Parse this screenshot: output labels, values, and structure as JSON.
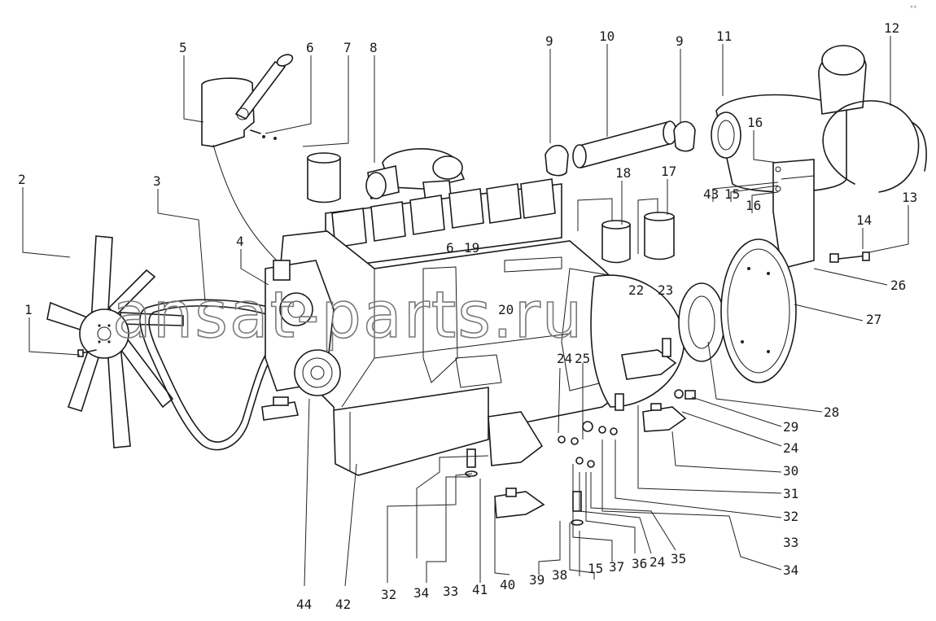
{
  "watermark": "ansat-parts.ru",
  "corner_mark": "⁵⁰ ",
  "callouts": [
    {
      "id": "c1",
      "label": "1"
    },
    {
      "id": "c2",
      "label": "2"
    },
    {
      "id": "c3",
      "label": "3"
    },
    {
      "id": "c4",
      "label": "4"
    },
    {
      "id": "c5",
      "label": "5"
    },
    {
      "id": "c6",
      "label": "6"
    },
    {
      "id": "c7",
      "label": "7"
    },
    {
      "id": "c8",
      "label": "8"
    },
    {
      "id": "c9a",
      "label": "9"
    },
    {
      "id": "c10",
      "label": "10"
    },
    {
      "id": "c9b",
      "label": "9"
    },
    {
      "id": "c11",
      "label": "11"
    },
    {
      "id": "c12",
      "label": "12"
    },
    {
      "id": "c13",
      "label": "13"
    },
    {
      "id": "c14",
      "label": "14"
    },
    {
      "id": "c15a",
      "label": "15"
    },
    {
      "id": "c16a",
      "label": "16"
    },
    {
      "id": "c16b",
      "label": "16"
    },
    {
      "id": "c43",
      "label": "43"
    },
    {
      "id": "c17",
      "label": "17"
    },
    {
      "id": "c18",
      "label": "18"
    },
    {
      "id": "c6b",
      "label": "6"
    },
    {
      "id": "c19",
      "label": "19"
    },
    {
      "id": "c20",
      "label": "20"
    },
    {
      "id": "c23",
      "label": "23"
    },
    {
      "id": "c22",
      "label": "22"
    },
    {
      "id": "c24a",
      "label": "24"
    },
    {
      "id": "c25",
      "label": "25"
    },
    {
      "id": "c26",
      "label": "26"
    },
    {
      "id": "c27",
      "label": "27"
    },
    {
      "id": "c28",
      "label": "28"
    },
    {
      "id": "c29",
      "label": "29"
    },
    {
      "id": "c24b",
      "label": "24"
    },
    {
      "id": "c30",
      "label": "30"
    },
    {
      "id": "c31",
      "label": "31"
    },
    {
      "id": "c32a",
      "label": "32"
    },
    {
      "id": "c33a",
      "label": "33"
    },
    {
      "id": "c34a",
      "label": "34"
    },
    {
      "id": "c35",
      "label": "35"
    },
    {
      "id": "c24c",
      "label": "24"
    },
    {
      "id": "c36",
      "label": "36"
    },
    {
      "id": "c37",
      "label": "37"
    },
    {
      "id": "c15b",
      "label": "15"
    },
    {
      "id": "c38",
      "label": "38"
    },
    {
      "id": "c39",
      "label": "39"
    },
    {
      "id": "c40",
      "label": "40"
    },
    {
      "id": "c41",
      "label": "41"
    },
    {
      "id": "c33b",
      "label": "33"
    },
    {
      "id": "c34b",
      "label": "34"
    },
    {
      "id": "c32b",
      "label": "32"
    },
    {
      "id": "c42",
      "label": "42"
    },
    {
      "id": "c44",
      "label": "44"
    }
  ]
}
